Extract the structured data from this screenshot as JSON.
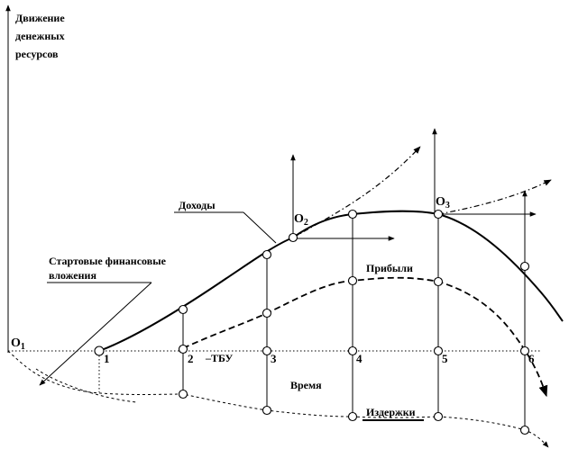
{
  "axis_y_label_lines": [
    "Движение",
    "денежных",
    "ресурсов"
  ],
  "axis_x_label": "Время",
  "origin_label": {
    "main": "O",
    "sub": "1"
  },
  "labels": {
    "income": "Доходы",
    "profit": "Прибыли",
    "costs": "Издержки",
    "start_investment_line1": "Стартовые финансовые",
    "start_investment_line2": "вложения",
    "breakeven": "–ТБУ"
  },
  "points": [
    {
      "main": "O",
      "sub": "2"
    },
    {
      "main": "O",
      "sub": "3"
    }
  ],
  "time_marks": [
    "1",
    "2",
    "3",
    "4",
    "5",
    "6"
  ]
}
